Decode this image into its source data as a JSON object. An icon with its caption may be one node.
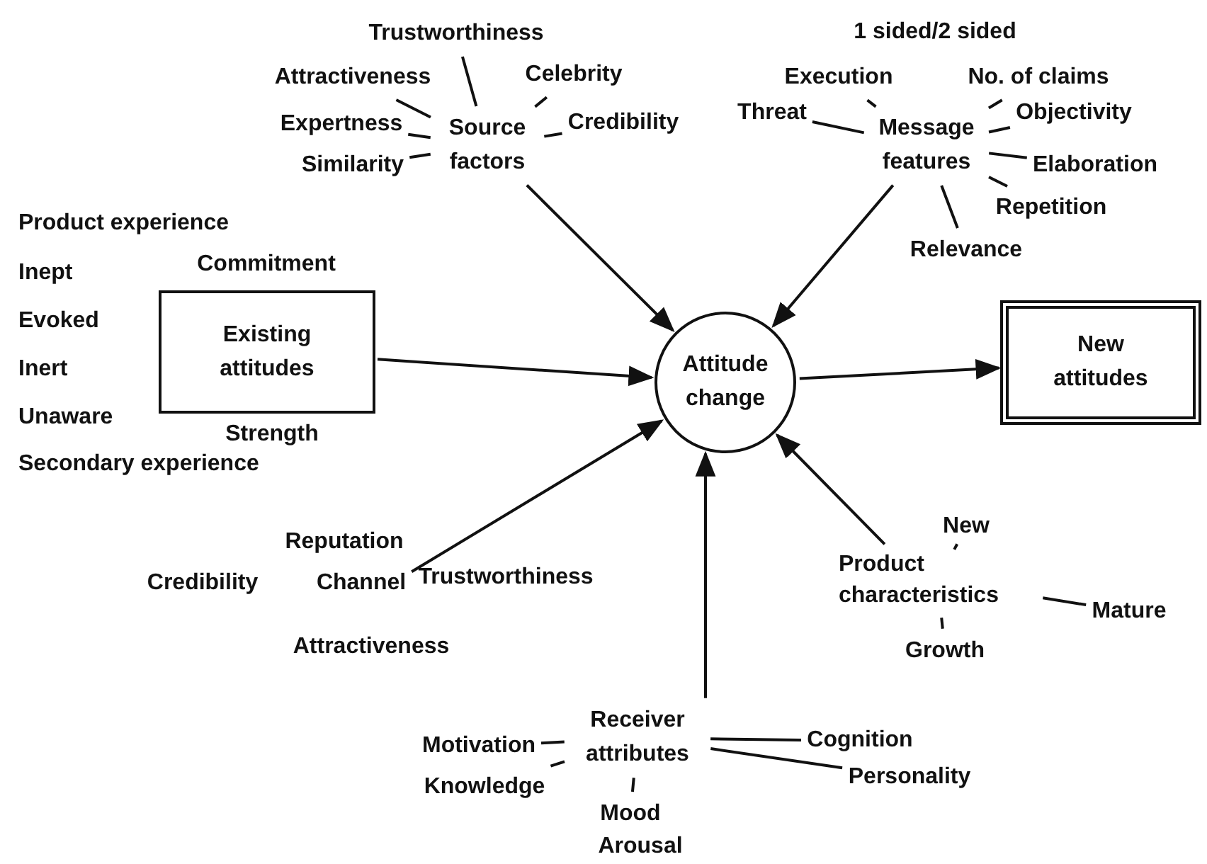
{
  "diagram": {
    "nodes": [
      {
        "text": [
          "Trustworthiness"
        ]
      },
      {
        "text": [
          "Attractiveness"
        ]
      },
      {
        "text": [
          "Celebrity"
        ]
      },
      {
        "text": [
          "Expertness"
        ]
      },
      {
        "text": [
          "Source factors"
        ]
      },
      {
        "text": [
          "Credibility"
        ]
      },
      {
        "text": [
          "Similarity"
        ]
      },
      {
        "text": [
          "Execution"
        ]
      },
      {
        "text": [
          "No. of claims"
        ]
      },
      {
        "text": [
          "Threat"
        ]
      },
      {
        "text": [
          "Message features"
        ]
      },
      {
        "text": [
          "Objectivity"
        ]
      },
      {
        "text": [
          "Elaboration"
        ]
      },
      {
        "text": [
          "Repetition"
        ]
      },
      {
        "text": [
          "Relevance"
        ]
      },
      {
        "text": [
          "Existing attitudes"
        ]
      },
      {
        "text": [
          "Attitude change"
        ]
      },
      {
        "text": [
          "New attitudes"
        ]
      },
      {
        "text": [
          "Channel"
        ]
      },
      {
        "text": [
          "New"
        ]
      },
      {
        "text": [
          "Product characteristics"
        ]
      },
      {
        "text": [
          "Mature"
        ]
      },
      {
        "text": [
          "Growth"
        ]
      },
      {
        "text": [
          "Receiver attributes"
        ]
      },
      {
        "text": [
          "Motivation"
        ]
      },
      {
        "text": [
          "Cognition"
        ]
      },
      {
        "text": [
          "Knowledge"
        ]
      },
      {
        "text": [
          "Personality"
        ]
      },
      {
        "text": [
          "Mood"
        ]
      }
    ],
    "edges": [
      {
        "from": 4,
        "to": 0,
        "arrow": "none"
      },
      {
        "from": 4,
        "to": 1,
        "arrow": "none"
      },
      {
        "from": 4,
        "to": 2,
        "arrow": "none"
      },
      {
        "from": 4,
        "to": 3,
        "arrow": "none"
      },
      {
        "from": 4,
        "to": 5,
        "arrow": "none"
      },
      {
        "from": 4,
        "to": 6,
        "arrow": "none"
      },
      {
        "from": 4,
        "to": 16,
        "arrow": "to"
      },
      {
        "from": 10,
        "to": 7,
        "arrow": "none"
      },
      {
        "from": 10,
        "to": 8,
        "arrow": "none"
      },
      {
        "from": 10,
        "to": 9,
        "arrow": "none"
      },
      {
        "from": 10,
        "to": 11,
        "arrow": "none"
      },
      {
        "from": 10,
        "to": 12,
        "arrow": "none"
      },
      {
        "from": 10,
        "to": 13,
        "arrow": "none"
      },
      {
        "from": 10,
        "to": 14,
        "arrow": "none"
      },
      {
        "from": 10,
        "to": 16,
        "arrow": "to"
      },
      {
        "from": 15,
        "to": 16,
        "arrow": "to"
      },
      {
        "from": 16,
        "to": 17,
        "arrow": "to"
      },
      {
        "from": 18,
        "to": 16,
        "arrow": "to"
      },
      {
        "from": 20,
        "to": 19,
        "arrow": "none"
      },
      {
        "from": 20,
        "to": 21,
        "arrow": "none"
      },
      {
        "from": 20,
        "to": 22,
        "arrow": "none"
      },
      {
        "from": 20,
        "to": 16,
        "arrow": "to"
      },
      {
        "from": 23,
        "to": 24,
        "arrow": "none"
      },
      {
        "from": 23,
        "to": 25,
        "arrow": "none"
      },
      {
        "from": 23,
        "to": 26,
        "arrow": "none"
      },
      {
        "from": 23,
        "to": 27,
        "arrow": "none"
      },
      {
        "from": 23,
        "to": 28,
        "arrow": "none"
      },
      {
        "from": 23,
        "to": 16,
        "arrow": "to"
      }
    ],
    "labels": [
      "1 sided/2 sided",
      "Product experience",
      "Inept",
      "Commitment",
      "Evoked",
      "Inert",
      "Unaware",
      "Strength",
      "Secondary experience",
      "Reputation",
      "Credibility",
      "Trustworthiness",
      "Attractiveness",
      "Arousal"
    ]
  }
}
